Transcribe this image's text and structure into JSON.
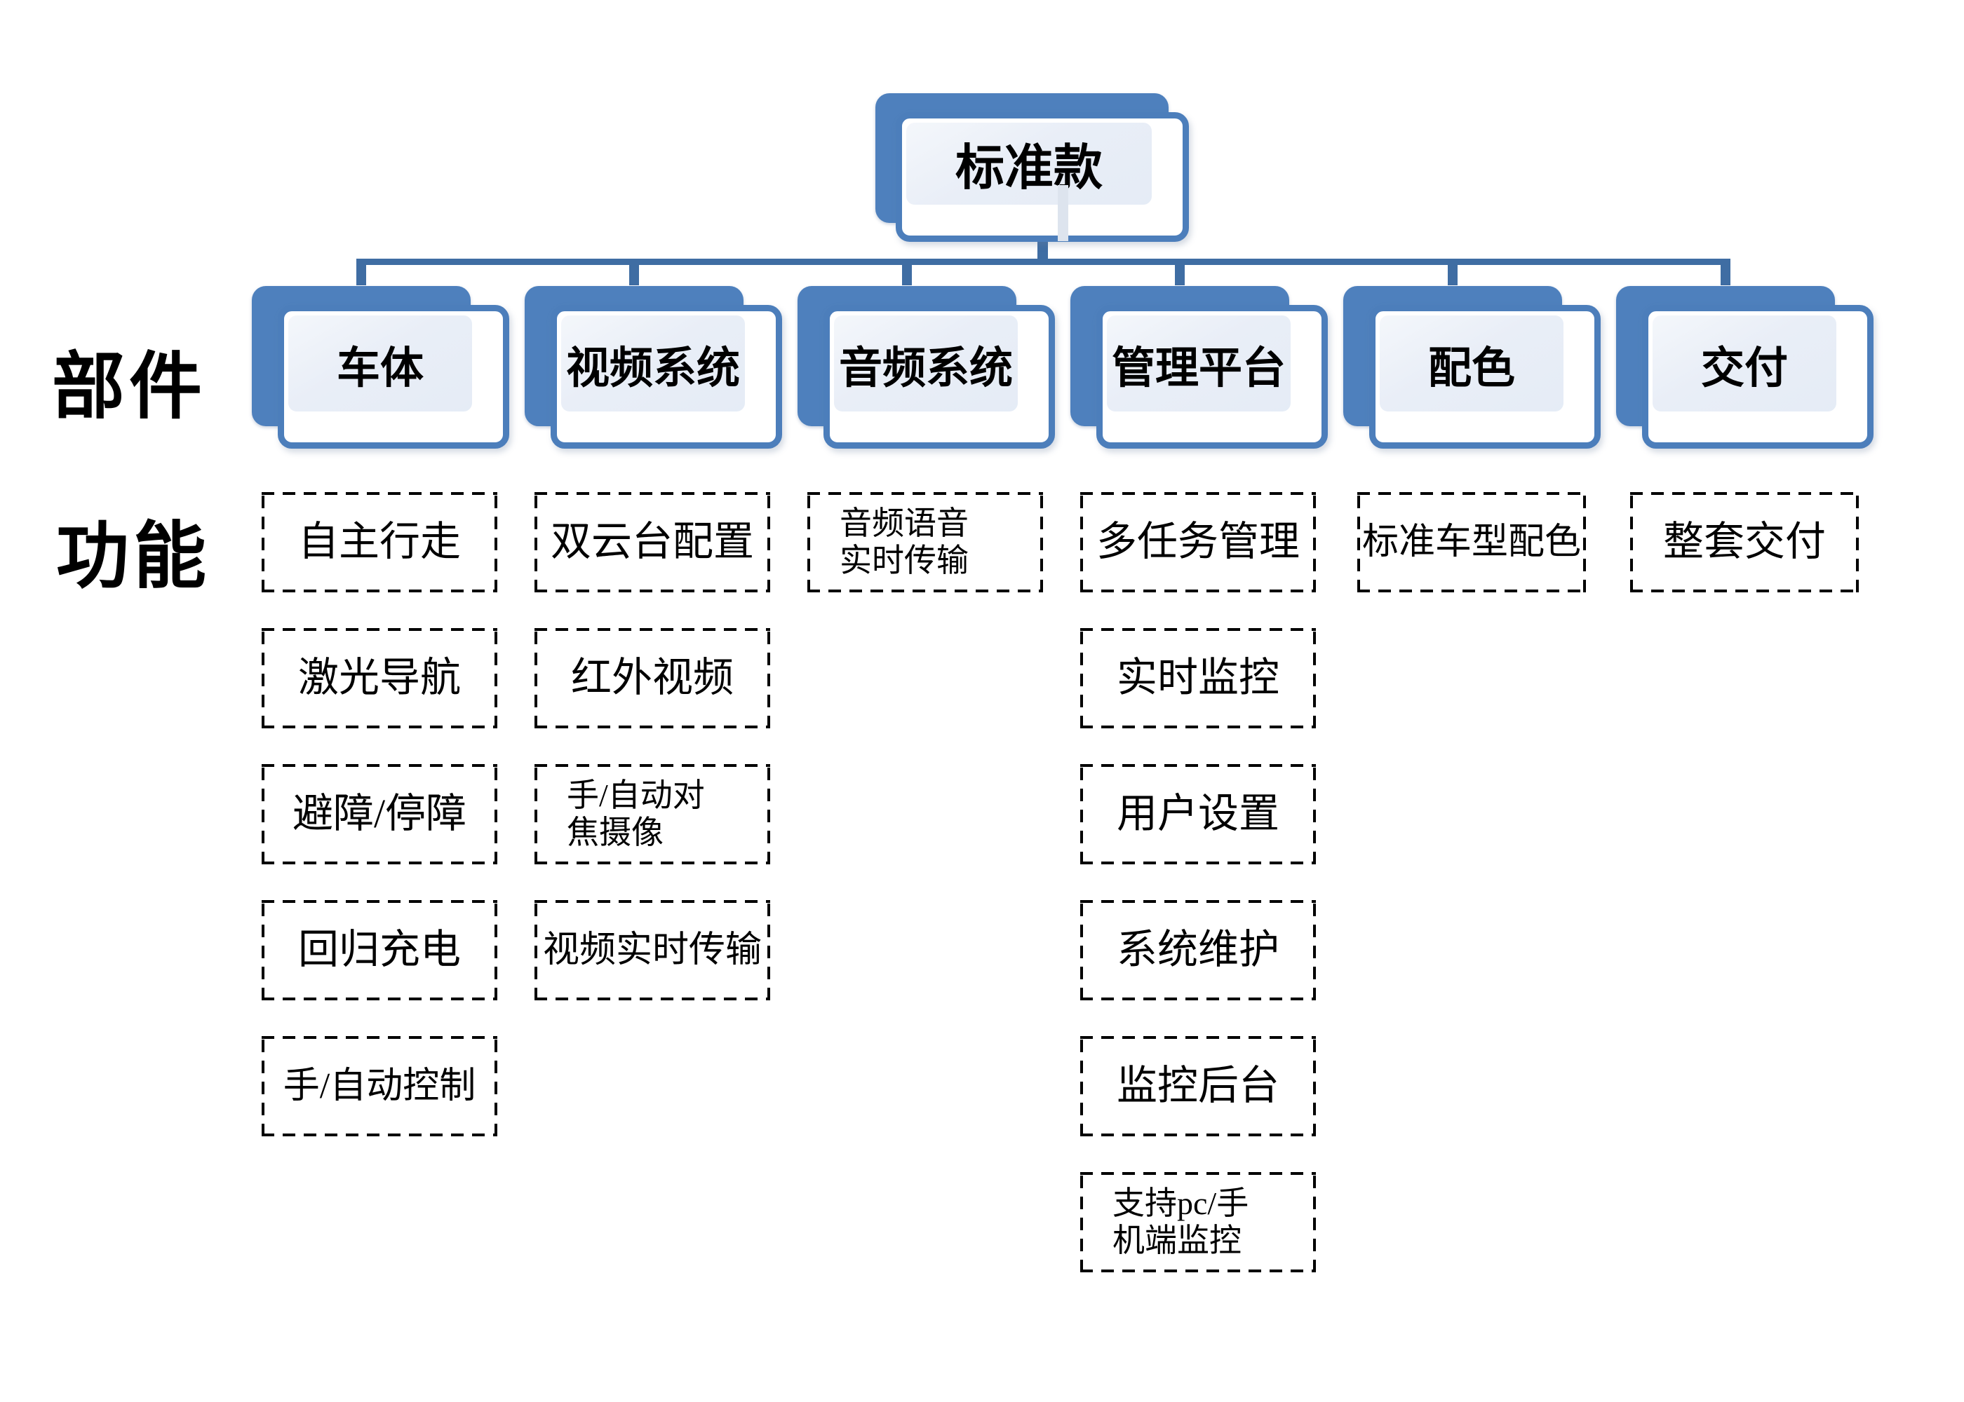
{
  "title": "标准款产品结构图",
  "colors": {
    "card_blue": "#4e80bd",
    "card_border_blue": "#4c7ebb",
    "connector_blue": "#3f6da3",
    "inner_panel": "#e9eef7",
    "dash_black": "#000000",
    "background": "#ffffff"
  },
  "root": {
    "label": "标准款"
  },
  "row_labels": {
    "components": "部件",
    "functions": "功能"
  },
  "branches": [
    {
      "label": "车体",
      "functions": [
        "自主行走",
        "激光导航",
        "避障/停障",
        "回归充电",
        "手/自动控制"
      ]
    },
    {
      "label": "视频系统",
      "functions": [
        "双云台配置",
        "红外视频",
        "手/自动对\n焦摄像",
        "视频实时传输"
      ]
    },
    {
      "label": "音频系统",
      "functions": [
        "音频语音\n实时传输"
      ]
    },
    {
      "label": "管理平台",
      "functions": [
        "多任务管理",
        "实时监控",
        "用户设置",
        "系统维护",
        "监控后台",
        "支持pc/手\n机端监控"
      ]
    },
    {
      "label": "配色",
      "functions": [
        "标准车型配色"
      ]
    },
    {
      "label": "交付",
      "functions": [
        "整套交付"
      ]
    }
  ]
}
